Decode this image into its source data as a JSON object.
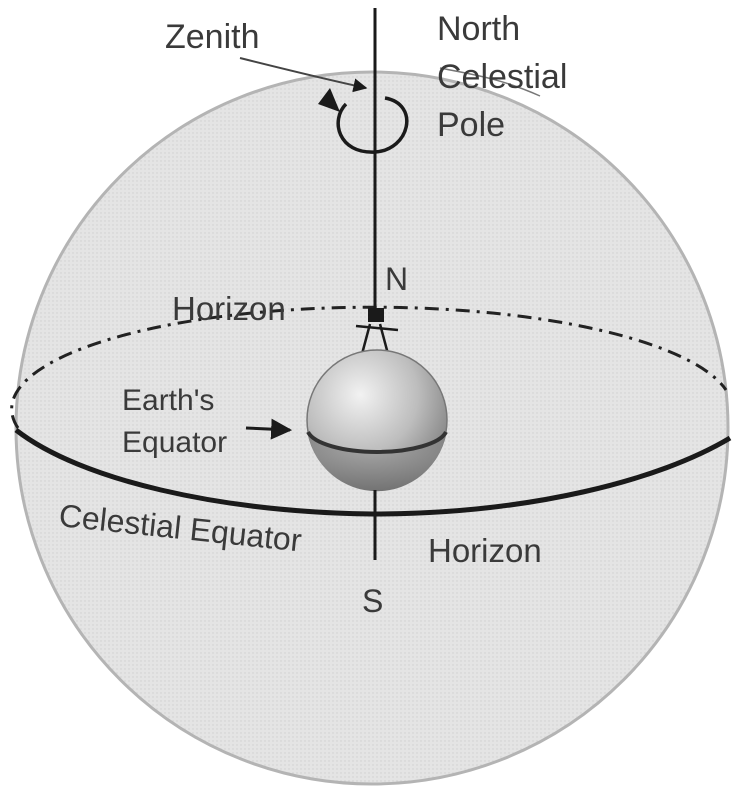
{
  "diagram": {
    "labels": {
      "zenith": "Zenith",
      "ncp_line1": "North",
      "ncp_line2": "Celestial",
      "ncp_line3": "Pole",
      "north": "N",
      "horizon_top": "Horizon",
      "earths_equator_line1": "Earth's",
      "earths_equator_line2": "Equator",
      "celestial_equator": "Celestial Equator",
      "horizon_bottom": "Horizon",
      "south": "S"
    },
    "colors": {
      "sphere_fill": "#e6e6e6",
      "sphere_stroke": "#b4b4b4",
      "line": "#1a1a1a",
      "text": "#3a3a3a",
      "earth_light": "#d8d8d8",
      "earth_dark": "#8c8c8c"
    }
  }
}
